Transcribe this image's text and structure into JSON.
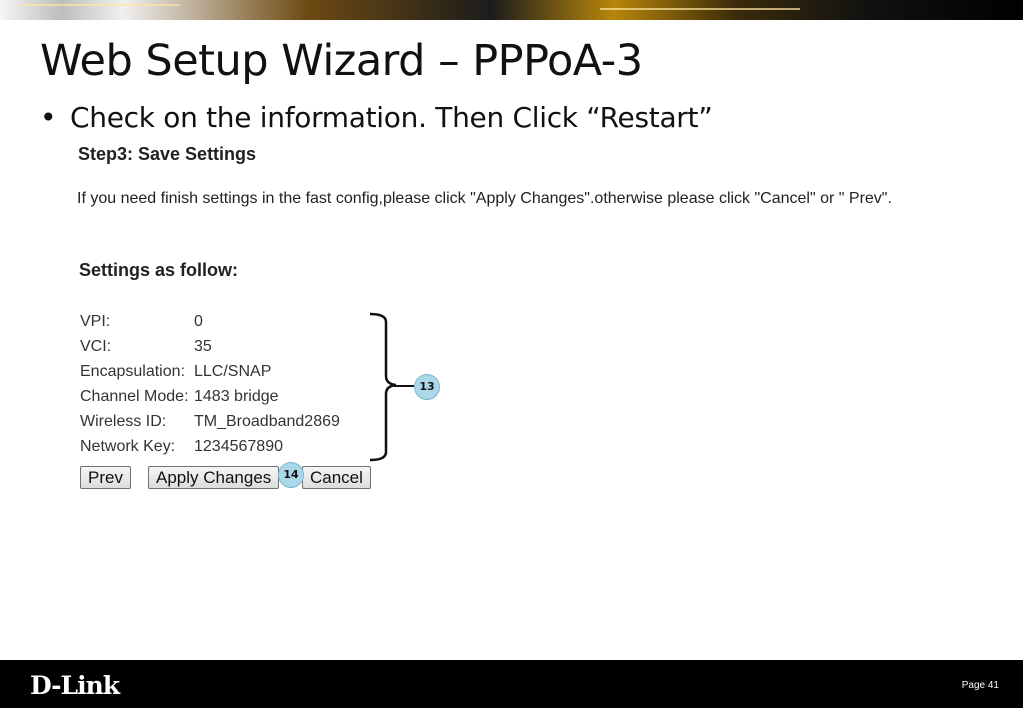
{
  "slide": {
    "title": "Web Setup Wizard – PPPoA-3",
    "bullet": "Check on the information. Then Click “Restart”",
    "bullet_symbol": "•"
  },
  "wizard": {
    "step_title": "Step3: Save Settings",
    "info_text": "If you need finish settings in the fast config,please click \"Apply Changes\".otherwise please click \"Cancel\" or \" Prev\".",
    "settings_heading": "Settings as follow:",
    "settings": [
      {
        "label": "VPI:",
        "value": "0"
      },
      {
        "label": "VCI:",
        "value": "35"
      },
      {
        "label": "Encapsulation:",
        "value": "LLC/SNAP"
      },
      {
        "label": "Channel Mode:",
        "value": "1483 bridge"
      },
      {
        "label": "Wireless ID:",
        "value": "TM_Broadband2869"
      },
      {
        "label": "Network Key:",
        "value": "1234567890"
      }
    ],
    "buttons": {
      "prev": "Prev",
      "apply": "Apply Changes",
      "cancel": "Cancel"
    }
  },
  "callouts": {
    "settings_marker": "13",
    "apply_marker": "14",
    "color": "#a9d8e8"
  },
  "footer": {
    "logo": "D-Link",
    "page": "Page 41"
  }
}
